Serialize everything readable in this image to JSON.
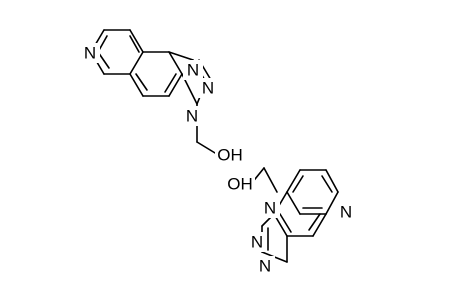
{
  "structures": [
    {
      "atoms": {
        "n_pyridine": "N",
        "n_triazole_top": "N",
        "n_triazole_mid": "N",
        "n_triazole_bottom": "N",
        "oh": "OH"
      }
    },
    {
      "atoms": {
        "oh": "OH",
        "n_triazole_top": "N",
        "n_pyridine": "N",
        "n_triazole_mid": "N",
        "n_triazole_bottom": "N"
      }
    }
  ]
}
